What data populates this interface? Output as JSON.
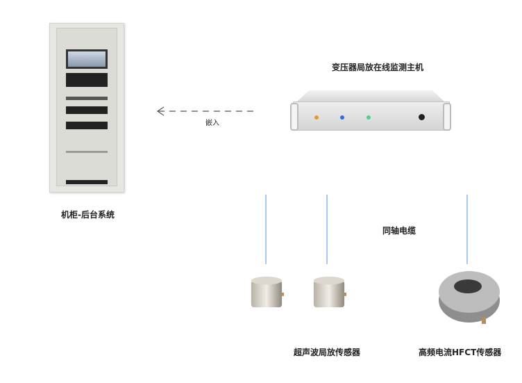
{
  "labels": {
    "host_title": "变压器局放在线监测主机",
    "embed": "嵌入",
    "cabinet": "机柜-后台系统",
    "coax_cable": "同轴电缆",
    "ultrasonic_sensor": "超声波局放传感器",
    "hfct_sensor": "高频电流HFCT传感器"
  },
  "colors": {
    "cable": "#a9c6ee",
    "arrow": "#555555"
  }
}
